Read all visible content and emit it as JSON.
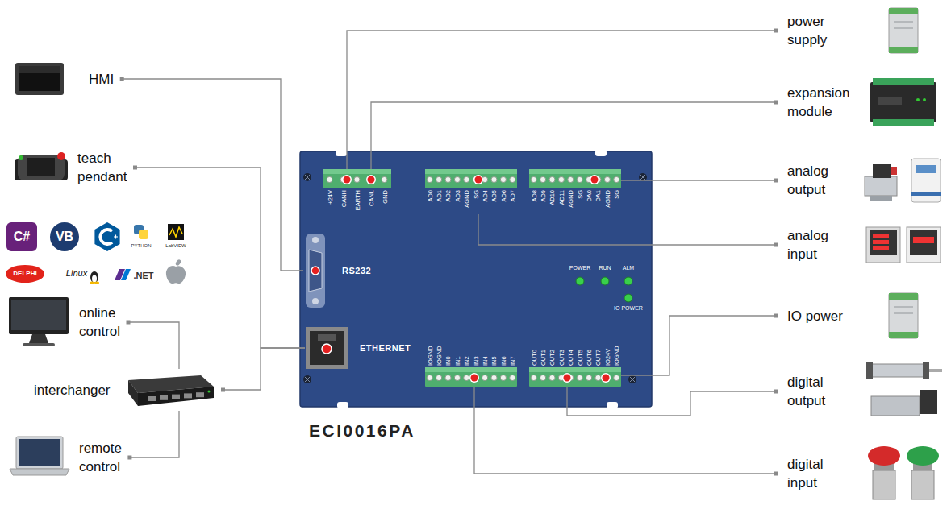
{
  "diagram": {
    "nodes": [
      {
        "text": [
          "HMI"
        ]
      },
      {
        "text": [
          "teach pendant"
        ]
      },
      {
        "text": [
          "online control"
        ]
      },
      {
        "text": [
          "interchanger"
        ]
      },
      {
        "text": [
          "remote control"
        ]
      },
      {
        "text": [
          "ECI0016PA"
        ]
      },
      {
        "text": [
          "+24V",
          "CANH",
          "EARTH",
          "CANL",
          "GND"
        ],
        "in": 5
      },
      {
        "text": [
          "AD0",
          "AD1",
          "AD2",
          "AD3",
          "AGND",
          "SG",
          "AD4",
          "AD5",
          "AD6",
          "AD7"
        ],
        "in": 5
      },
      {
        "text": [
          "AD8",
          "AD9",
          "AD10",
          "AD11",
          "AGND",
          "SG",
          "DA0",
          "DA1",
          "AGND",
          "SG"
        ],
        "in": 5
      },
      {
        "text": [
          "RS232"
        ],
        "in": 5
      },
      {
        "text": [
          "ETHERNET"
        ],
        "in": 5
      },
      {
        "text": [
          "IOGND",
          "IOGND",
          "IN0",
          "IN1",
          "IN2",
          "IN3",
          "IN4",
          "IN5",
          "IN6",
          "IN7"
        ],
        "in": 5
      },
      {
        "text": [
          "OUT0",
          "OUT1",
          "OUT2",
          "OUT3",
          "OUT4",
          "OUT5",
          "OUT6",
          "OUT7",
          "IO24V",
          "IOGND"
        ],
        "in": 5
      },
      {
        "text": [
          "power supply"
        ]
      },
      {
        "text": [
          "expansion module"
        ]
      },
      {
        "text": [
          "analog output"
        ]
      },
      {
        "text": [
          "analog input"
        ]
      },
      {
        "text": [
          "IO power"
        ]
      },
      {
        "text": [
          "digital output"
        ]
      },
      {
        "text": [
          "digital input"
        ]
      }
    ],
    "edges": [
      {
        "from": 0,
        "to": 9,
        "arrow": "none"
      },
      {
        "from": 1,
        "to": 10,
        "arrow": "none"
      },
      {
        "from": 3,
        "to": 10,
        "arrow": "none"
      },
      {
        "from": 2,
        "to": 3,
        "arrow": "none"
      },
      {
        "from": 4,
        "to": 3,
        "arrow": "none"
      },
      {
        "from": 13,
        "to": 6,
        "arrow": "none"
      },
      {
        "from": 14,
        "to": 6,
        "arrow": "none"
      },
      {
        "from": 15,
        "to": 8,
        "arrow": "none"
      },
      {
        "from": 16,
        "to": 7,
        "arrow": "none"
      },
      {
        "from": 17,
        "to": 12,
        "arrow": "none"
      },
      {
        "from": 18,
        "to": 12,
        "arrow": "none"
      },
      {
        "from": 19,
        "to": 11,
        "arrow": "none"
      }
    ],
    "labels": [
      "C#",
      "VB",
      "PYTHON",
      "LabVIEW",
      "DELPHI",
      "Linux",
      ".NET",
      "POWER",
      "RUN",
      "ALM",
      "IO POWER"
    ]
  }
}
